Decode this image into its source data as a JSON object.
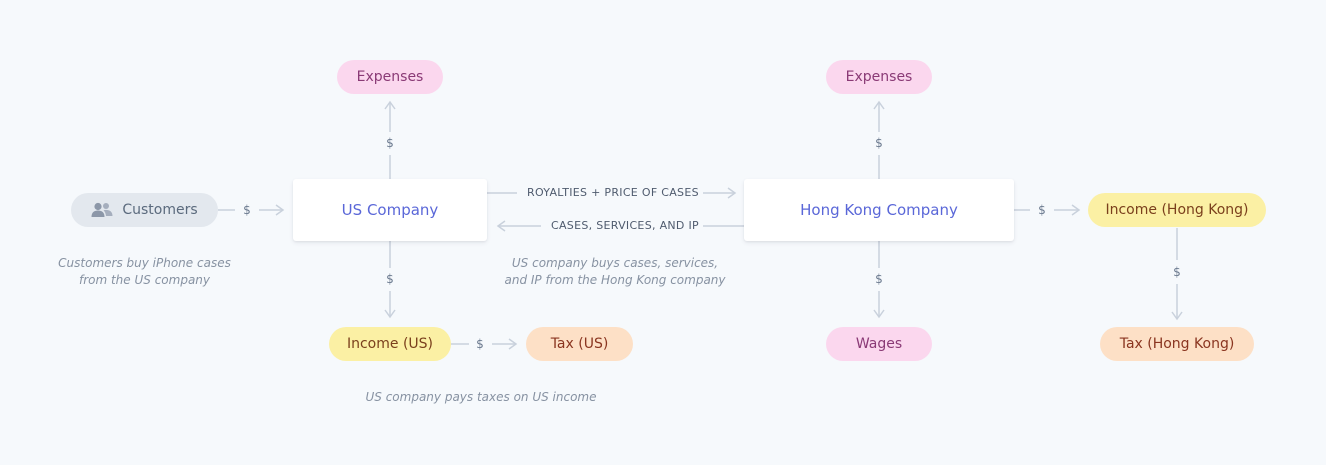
{
  "nodes": {
    "customers": "Customers",
    "us_company": "US Company",
    "hk_company": "Hong Kong Company",
    "us_expenses": "Expenses",
    "hk_expenses": "Expenses",
    "income_us": "Income (US)",
    "tax_us": "Tax (US)",
    "wages": "Wages",
    "income_hk": "Income (Hong Kong)",
    "tax_hk": "Tax (Hong Kong)"
  },
  "flow_labels": {
    "dollar": "$",
    "us_to_hk": "ROYALTIES + PRICE OF CASES",
    "hk_to_us": "CASES, SERVICES, AND IP"
  },
  "notes": {
    "customers_line1": "Customers buy iPhone cases",
    "customers_line2": "from the US company",
    "us_buys_line1": "US company buys cases, services,",
    "us_buys_line2": "and IP from the Hong Kong company",
    "us_taxes": "US company pays taxes on US income"
  },
  "icons": {
    "customers": "users-icon"
  },
  "colors": {
    "background": "#f6f9fc",
    "company_text": "#5a67d8",
    "expense_pill": "#fbd7ee",
    "income_pill": "#fbf0a4",
    "tax_pill": "#fde0c6",
    "customers_pill": "#e3e8ee",
    "connector": "#c9d1dc"
  }
}
